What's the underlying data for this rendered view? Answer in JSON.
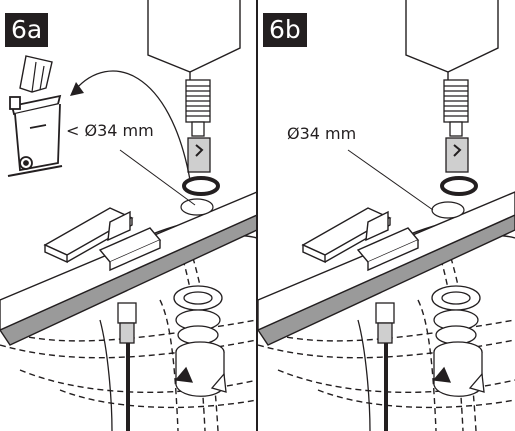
{
  "panels": [
    {
      "label": "6a",
      "dimension_text": "< Ø34 mm"
    },
    {
      "label": "6b",
      "dimension_text": "Ø34 mm"
    }
  ],
  "colors": {
    "ink": "#231f20",
    "countertop": "#9a9a9a",
    "part_fill": "#cfcfcf"
  },
  "icons": [
    "recycle-bin-icon",
    "curved-arrow-icon",
    "valve-cartridge-icon",
    "o-ring-icon",
    "drain-assembly-icon"
  ]
}
